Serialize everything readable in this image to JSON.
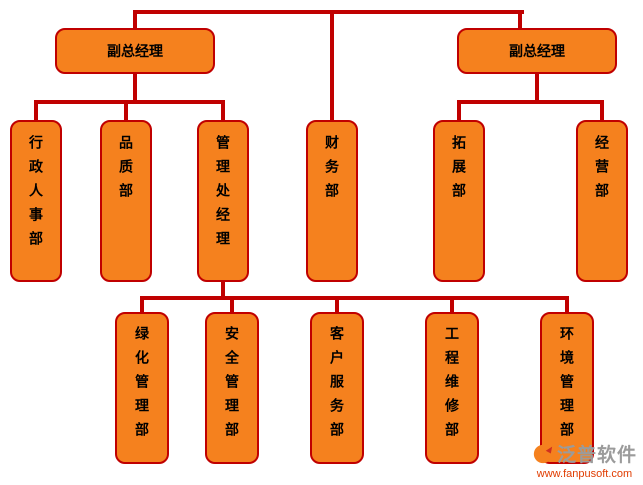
{
  "org_chart": {
    "deputy_gm_left": "副总经理",
    "deputy_gm_right": "副总经理",
    "finance_dept": "财务部",
    "left_departments": [
      "行政人事部",
      "品质部",
      "管理处经理"
    ],
    "right_departments": [
      "拓展部",
      "经营部"
    ],
    "management_office_sub_departments": [
      "绿化管理部",
      "安全管理部",
      "客户服务部",
      "工程维修部",
      "环境管理部"
    ]
  },
  "watermark": {
    "brand": "泛普软件",
    "url": "www.fanpusoft.com"
  },
  "colors": {
    "box-fill": "#f5811e",
    "box-border": "#c00000",
    "line": "#c00000",
    "box-text": "#000000",
    "watermark-brand": "#9b9b9b",
    "watermark-url": "#e03c00"
  }
}
